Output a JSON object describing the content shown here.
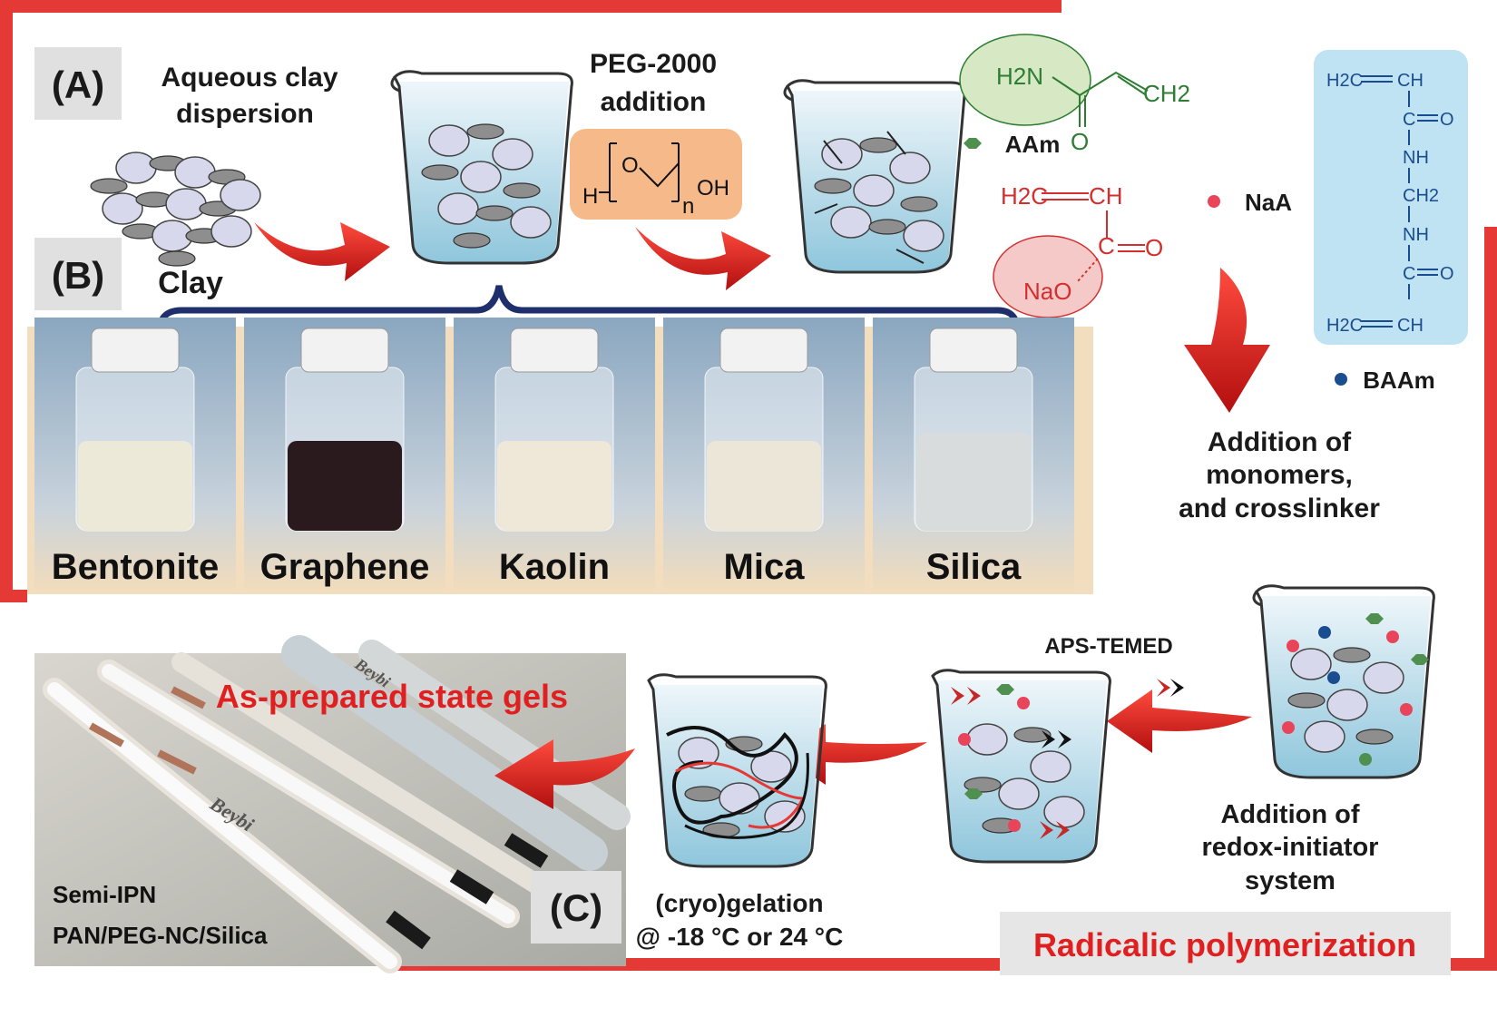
{
  "panel_a": {
    "label": "(A)",
    "clay_dispersion_line1": "Aqueous clay",
    "clay_dispersion_line2": "dispersion",
    "clay_label": "Clay",
    "peg_line1": "PEG-2000",
    "peg_line2": "addition",
    "peg_formula": {
      "h": "H",
      "o": "O",
      "oh": "OH",
      "n": "n"
    }
  },
  "panel_b": {
    "label": "(B)",
    "vials": [
      {
        "name": "Bentonite",
        "liquid": "#ece9d8",
        "level": 0.55
      },
      {
        "name": "Graphene",
        "liquid": "#2a1a1e",
        "level": 0.55
      },
      {
        "name": "Kaolin",
        "liquid": "#efe8d8",
        "level": 0.55
      },
      {
        "name": "Mica",
        "liquid": "#ece6d8",
        "level": 0.55
      },
      {
        "name": "Silica",
        "liquid": "#d9dcdc",
        "level": 0.6
      }
    ]
  },
  "monomers": {
    "aam_label": "AAm",
    "aam_formula": {
      "h2n": "H2N",
      "o": "O",
      "ch2": "CH2"
    },
    "naa_label": "NaA",
    "naa_formula": {
      "h2c": "H2C",
      "ch": "CH",
      "c": "C",
      "o": "O",
      "nao": "NaO"
    },
    "baam_label": "BAAm",
    "baam_formula": {
      "h2c": "H2C",
      "ch": "CH",
      "c": "C",
      "o": "O",
      "nh": "NH",
      "ch2": "CH2"
    },
    "addition_line1": "Addition of",
    "addition_line2": "monomers,",
    "addition_line3": "and crosslinker"
  },
  "polymerization": {
    "initiator_label": "APS-TEMED",
    "redox_line1": "Addition of",
    "redox_line2": "redox-initiator",
    "redox_line3": "system",
    "gelation_line1": "(cryo)gelation",
    "gelation_line2": "@ -18 °C or 24 °C",
    "radicalic_label": "Radicalic polymerization"
  },
  "panel_c": {
    "label": "(C)",
    "as_prepared": "As-prepared state gels",
    "semi_ipn_line1": "Semi-IPN",
    "semi_ipn_line2": "PAN/PEG-NC/Silica",
    "syringe_brand": "Beybi"
  },
  "colors": {
    "frame_red": "#e53935",
    "arrow_red": "#e02020",
    "aam_green": "#2e7d32",
    "naa_red": "#d32f2f",
    "baam_blue": "#1a4d8f",
    "bracket_navy": "#1f2f6b",
    "peg_box": "#f5b98a",
    "baam_box": "#bfe3f2",
    "aam_ellipse": "#d7e8c4",
    "naa_ellipse": "#f6c9c9"
  }
}
